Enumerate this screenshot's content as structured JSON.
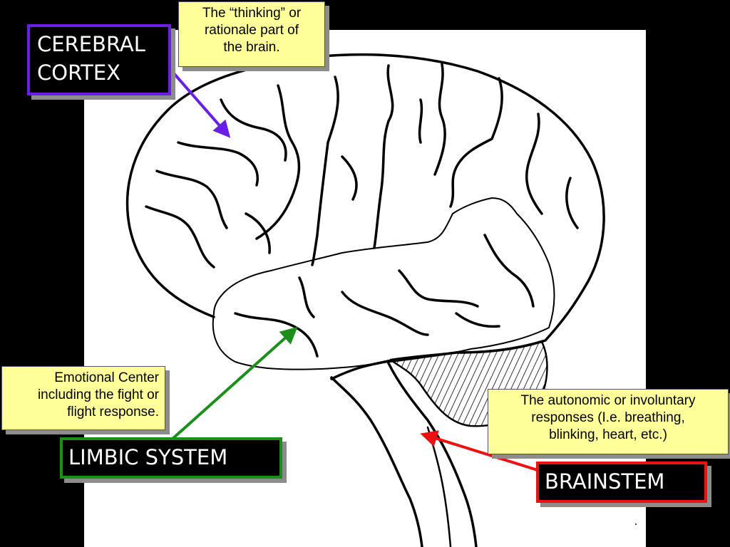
{
  "colors": {
    "background": "#000000",
    "canvas": "#ffffff",
    "note_fill": "#ffff99",
    "cortex": "#6a1fe6",
    "limbic": "#1a8f1a",
    "brainstem": "#ee1111",
    "shadow": "#8c8c8c"
  },
  "labels": {
    "cerebral_cortex": [
      "CEREBRAL",
      "CORTEX"
    ],
    "limbic_system": "LIMBIC SYSTEM",
    "brainstem": "BRAINSTEM"
  },
  "notes": {
    "cortex": [
      "The “thinking” or",
      "rationale part of",
      "the brain."
    ],
    "limbic": [
      "Emotional Center",
      "including the fight or",
      "flight response."
    ],
    "brainstem": [
      "The autonomic or involuntary",
      "responses (I.e. breathing,",
      "blinking, heart, etc.)"
    ]
  },
  "icons": {
    "cortex_arrow": "arrow-icon",
    "limbic_arrow": "arrow-icon",
    "brainstem_arrow": "arrow-icon"
  }
}
